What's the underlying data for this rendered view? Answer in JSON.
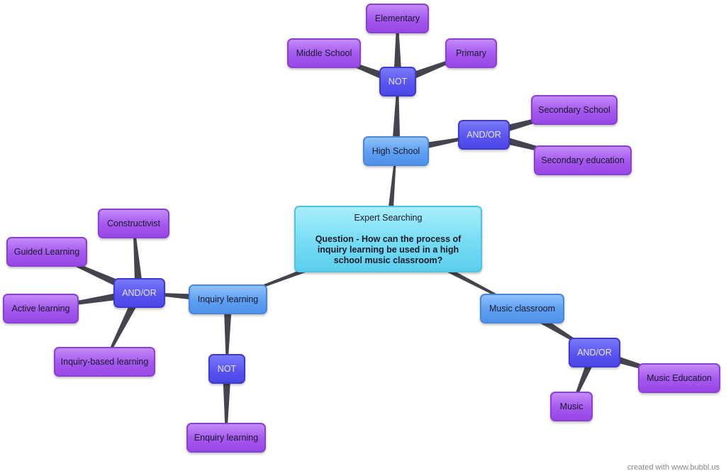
{
  "center": {
    "title": "Expert Searching",
    "question": "Question - How can the process of inquiry learning be used in a high school music classroom?"
  },
  "nodes": {
    "high_school": "High School",
    "not_top": "NOT",
    "elementary": "Elementary",
    "middle_school": "Middle School",
    "primary": "Primary",
    "andor_hs": "AND/OR",
    "secondary_school": "Secondary School",
    "secondary_education": "Secondary education",
    "inquiry_learning": "Inquiry learning",
    "andor_left": "AND/OR",
    "constructivist": "Constructivist",
    "guided_learning": "Guided Learning",
    "active_learning": "Active learning",
    "inquiry_based": "Inquiry-based learning",
    "not_left": "NOT",
    "enquiry_learning": "Enquiry learning",
    "music_classroom": "Music classroom",
    "andor_right": "AND/OR",
    "music_education": "Music Education",
    "music": "Music"
  },
  "edges": [
    [
      "center",
      "high_school"
    ],
    [
      "high_school",
      "not_top"
    ],
    [
      "not_top",
      "elementary"
    ],
    [
      "not_top",
      "middle_school"
    ],
    [
      "not_top",
      "primary"
    ],
    [
      "high_school",
      "andor_hs"
    ],
    [
      "andor_hs",
      "secondary_school"
    ],
    [
      "andor_hs",
      "secondary_education"
    ],
    [
      "center",
      "inquiry_learning"
    ],
    [
      "inquiry_learning",
      "andor_left"
    ],
    [
      "andor_left",
      "constructivist"
    ],
    [
      "andor_left",
      "guided_learning"
    ],
    [
      "andor_left",
      "active_learning"
    ],
    [
      "andor_left",
      "inquiry_based"
    ],
    [
      "inquiry_learning",
      "not_left"
    ],
    [
      "not_left",
      "enquiry_learning"
    ],
    [
      "center",
      "music_classroom"
    ],
    [
      "music_classroom",
      "andor_right"
    ],
    [
      "andor_right",
      "music_education"
    ],
    [
      "andor_right",
      "music"
    ]
  ],
  "footer": "created with www.bubbl.us"
}
